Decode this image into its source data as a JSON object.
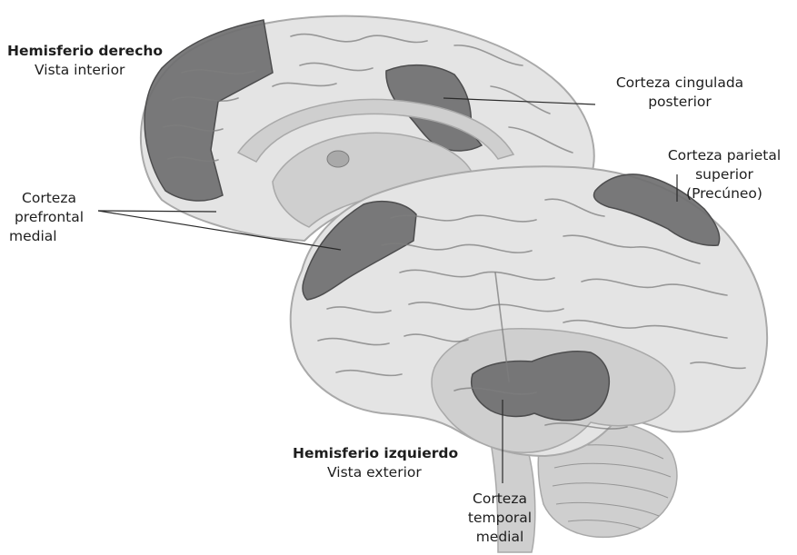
{
  "colors": {
    "tissue_light": "#e4e4e4",
    "tissue_mid": "#cfcfcf",
    "tissue_shadow": "#a9a9a9",
    "sulcus": "#7d7d7d",
    "highlight_region": "#6f6f70",
    "highlight_edge": "#4d4d4e",
    "leader_line": "#2a2a2a",
    "text": "#1e1e1e"
  },
  "labels": {
    "right_hemisphere": {
      "title": "Hemisferio derecho",
      "subtitle": "Vista interior"
    },
    "left_hemisphere": {
      "title": "Hemisferio izquierdo",
      "subtitle": "Vista exterior"
    },
    "posterior_cingulate": {
      "line1": "Corteza cingulada",
      "line2": "posterior"
    },
    "superior_parietal": {
      "line1": "Corteza parietal",
      "line2": "superior",
      "line3": "(Precúneo)"
    },
    "medial_prefrontal": {
      "line1": "Corteza",
      "line2": "prefrontal",
      "line3": "medial"
    },
    "medial_temporal": {
      "line1": "Corteza",
      "line2": "temporal",
      "line3": "medial"
    }
  }
}
